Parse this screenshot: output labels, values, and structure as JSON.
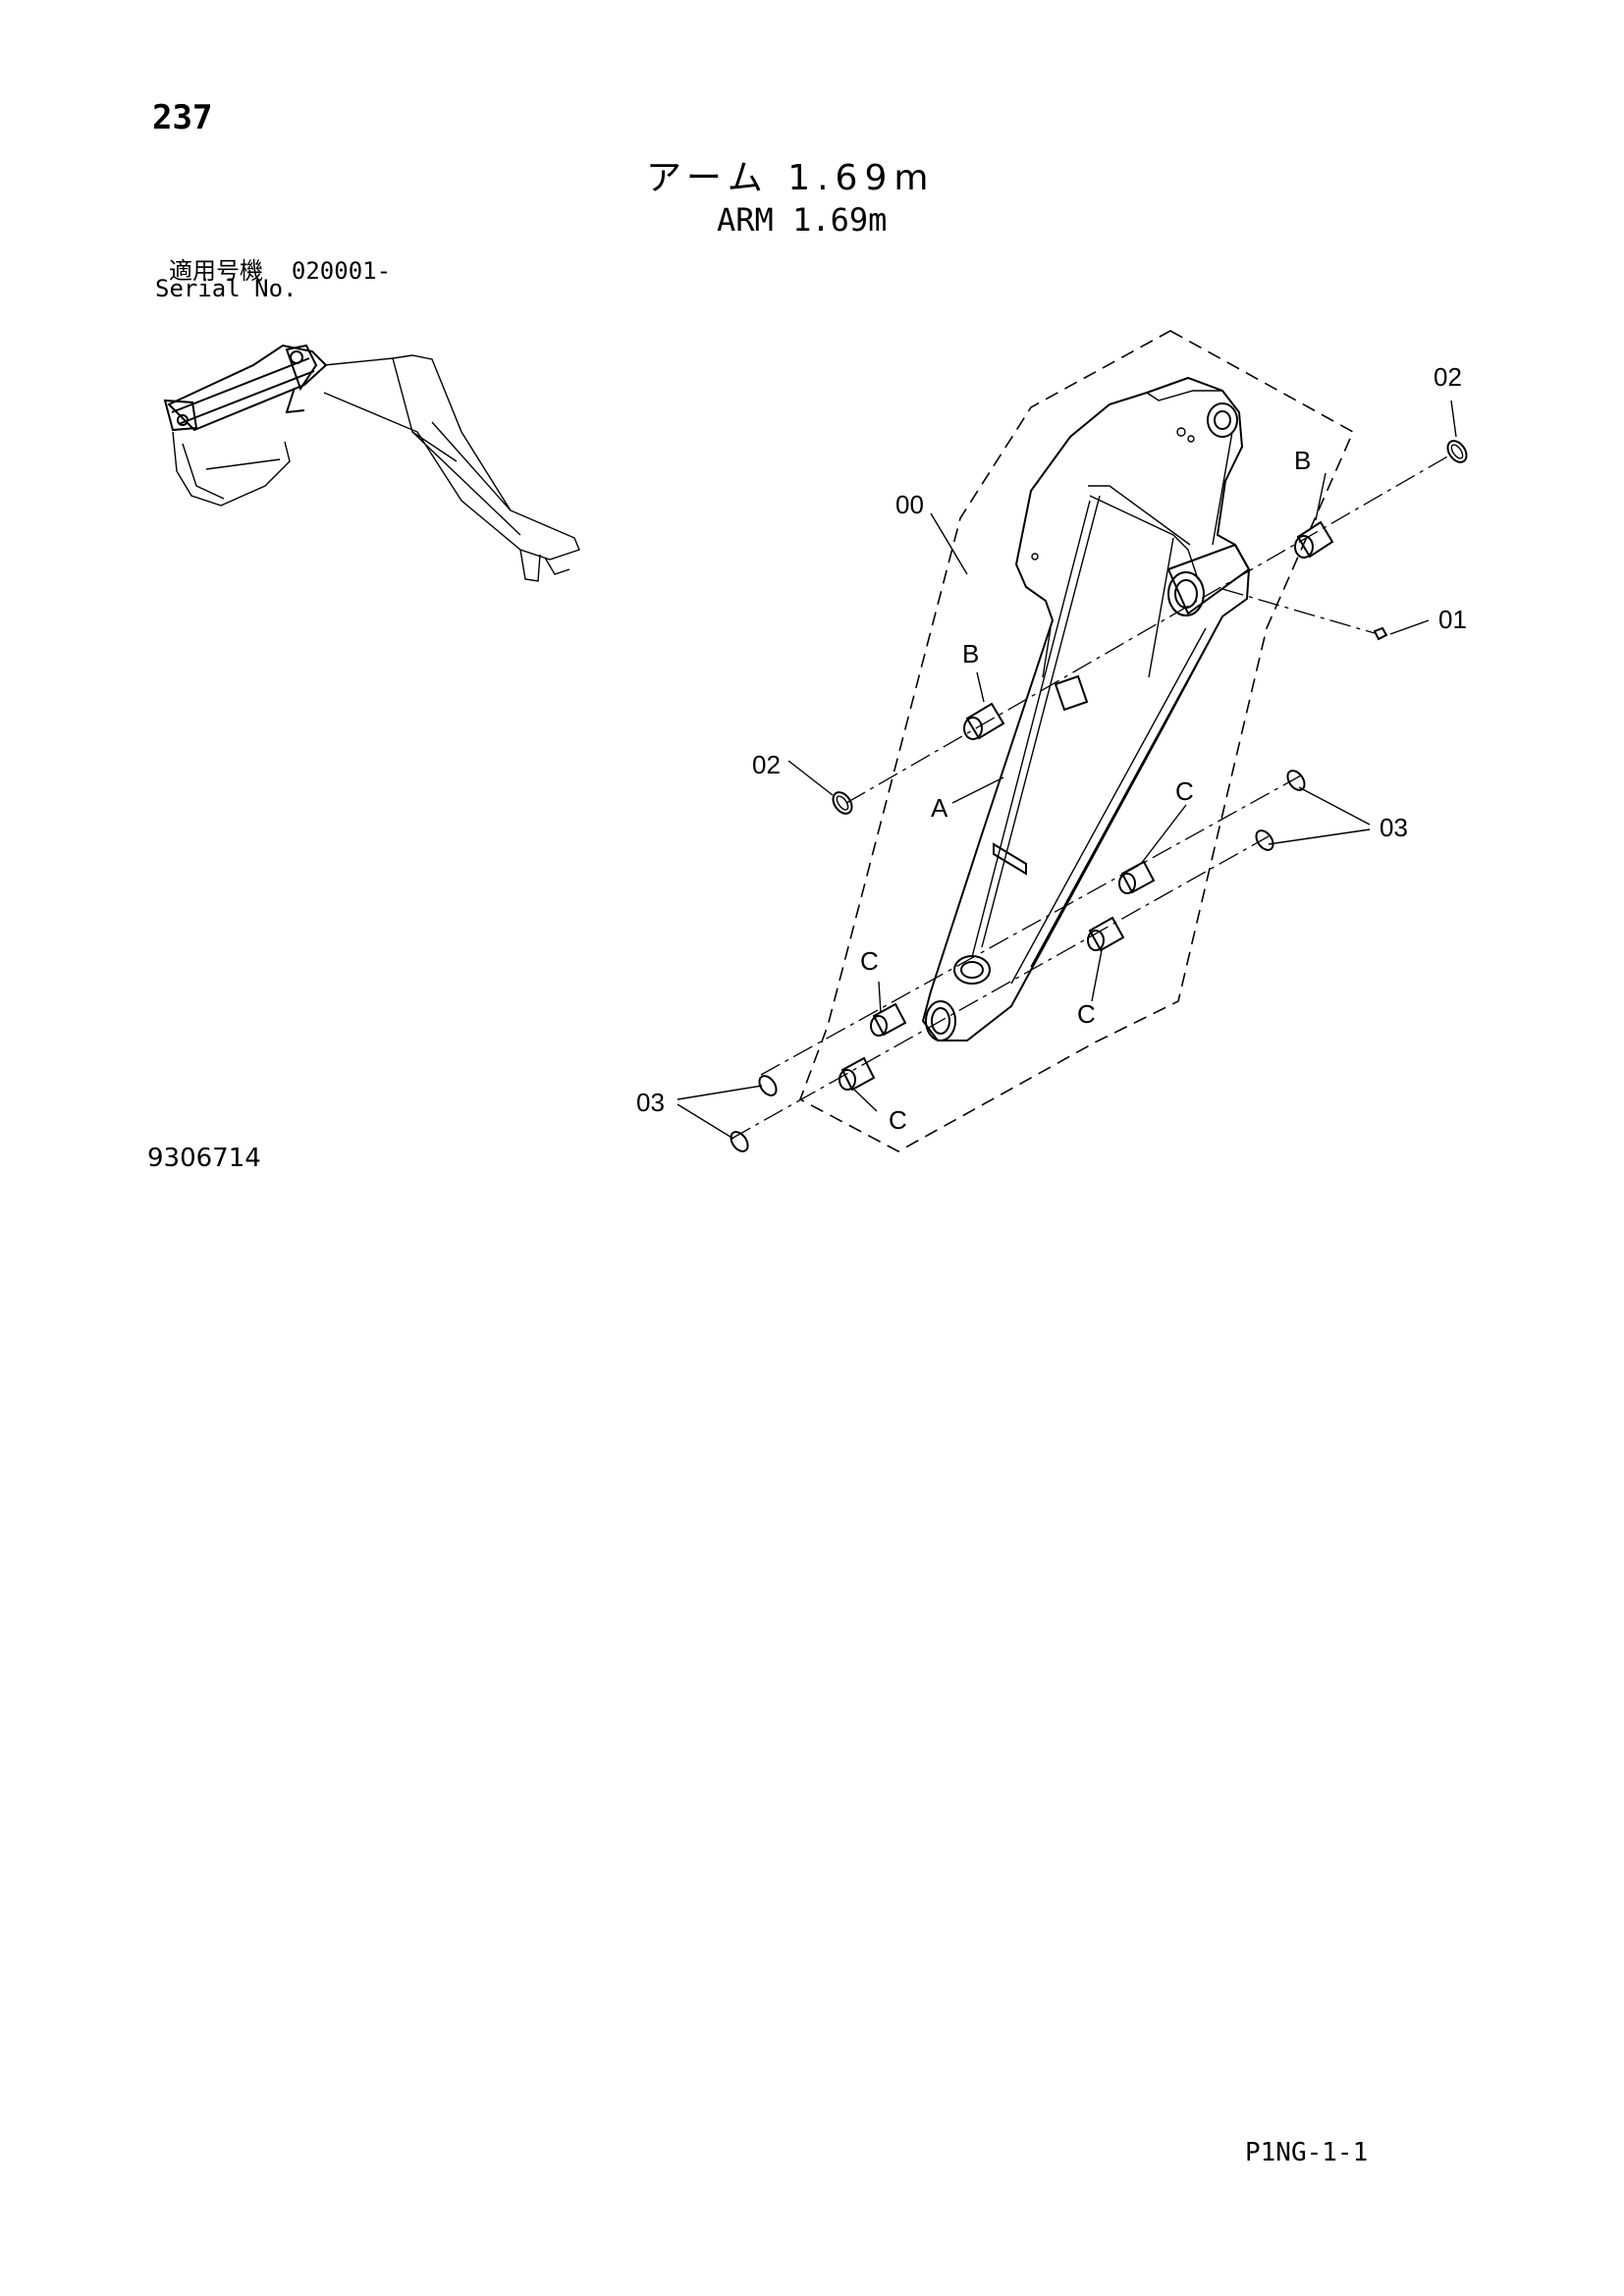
{
  "page_number": "237",
  "title_jp": "アーム 1.69m",
  "title_en": "ARM 1.69m",
  "serial": {
    "label_jp": "適用号機",
    "value": "020001-",
    "label_en": "Serial No."
  },
  "drawing_number": "9306714",
  "footer_code": "P1NG-1-1",
  "callouts": {
    "assembly": "00",
    "grease_fitting": "01",
    "ring_top_right": "02",
    "ring_left": "02",
    "rings_right": "03",
    "rings_left": "03",
    "arm_body": "A",
    "bushing_b_top": "B",
    "bushing_b_left": "B",
    "bushing_c_1": "C",
    "bushing_c_2": "C",
    "bushing_c_3": "C",
    "bushing_c_4": "C"
  }
}
